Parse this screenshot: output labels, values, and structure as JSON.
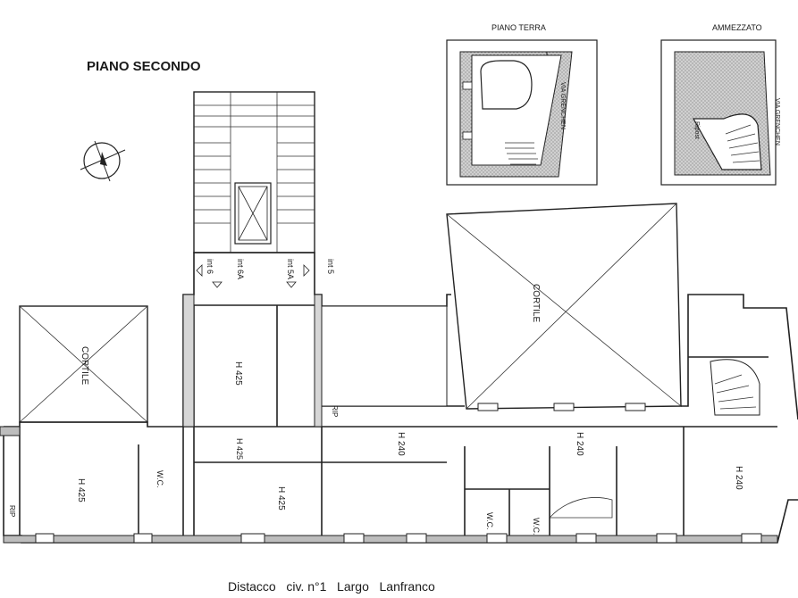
{
  "titles": {
    "floor": "PIANO SECONDO",
    "inset_left": "PIANO TERRA",
    "inset_right": "AMMEZZATO",
    "caption": "Distacco   civ. n°1   Largo   Lanfranco"
  },
  "inset_labels": {
    "street_left": "VIA GRENCHEN",
    "street_right": "VIA GRENCHEN",
    "ripost": "Ripost"
  },
  "courtyards": {
    "left": "CORTILE",
    "right": "CORTILE"
  },
  "stair_labels": {
    "int6": "int 6",
    "int6a": "int 6A",
    "int5a": "int 5A",
    "int5": "int 5"
  },
  "rooms": {
    "r_corridor": "H 425",
    "r_hall": "H 425",
    "r_left": "H 425",
    "r_mid": "H 425",
    "r_center": "H 240",
    "r_center2": "H 240",
    "r_right": "H 240",
    "wc1": "W.C.",
    "wc2": "W.C.",
    "wc3": "W.C.",
    "rip1": "RIP",
    "rip2": "RIP"
  }
}
